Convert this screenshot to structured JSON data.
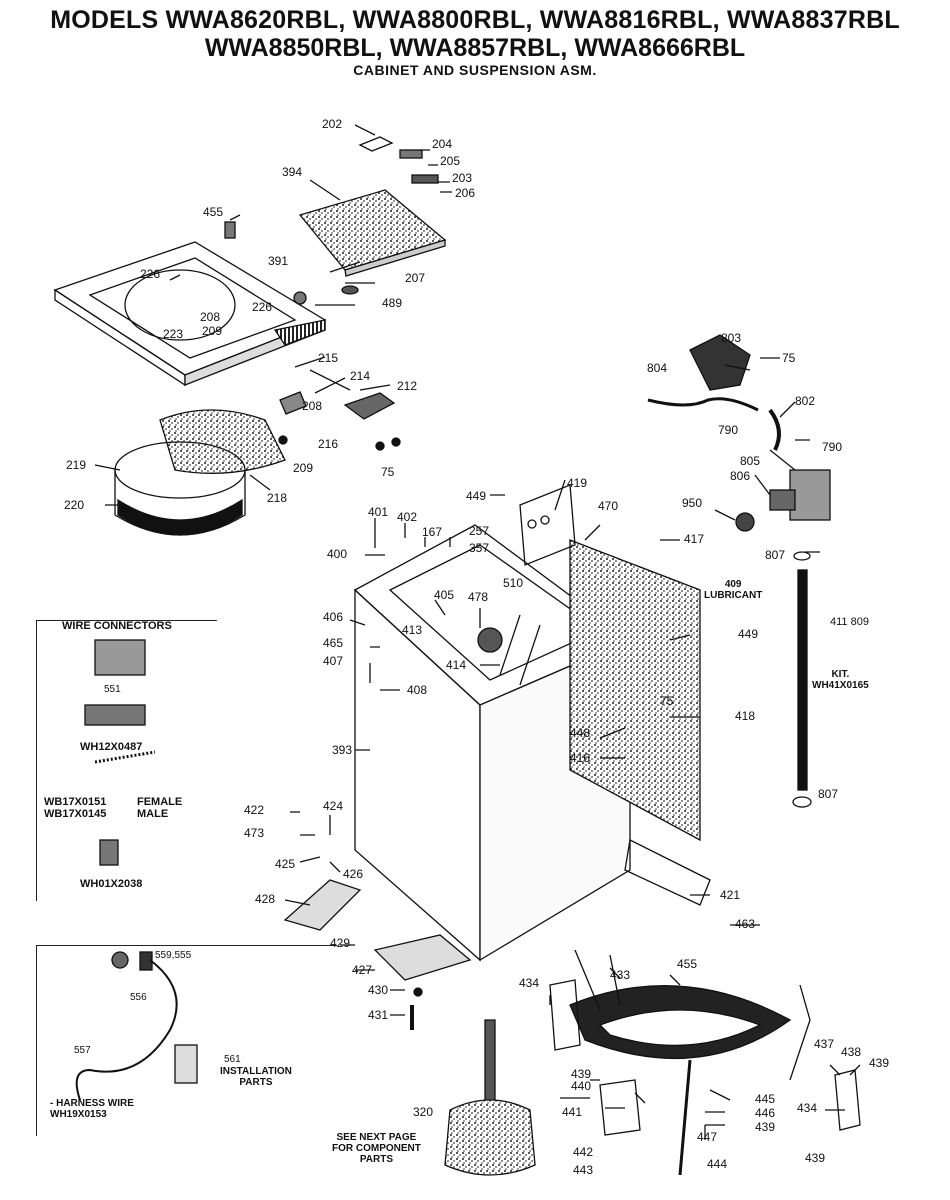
{
  "header": {
    "line1": "MODELS WWA8620RBL, WWA8800RBL, WWA8816RBL, WWA8837RBL",
    "line2": "WWA8850RBL, WWA8857RBL, WWA8666RBL",
    "line3": "CABINET AND SUSPENSION ASM."
  },
  "wire_connectors": {
    "title": "WIRE CONNECTORS",
    "items": [
      "551",
      "WH12X0487",
      "WB17X0151",
      "FEMALE",
      "WB17X0145",
      "MALE",
      "WH01X2038"
    ]
  },
  "harness_box": {
    "labels": [
      "556",
      "559,555",
      "557",
      "561",
      "INSTALLATION\nPARTS",
      "- HARNESS WIRE\nWH19X0153"
    ]
  },
  "notes": {
    "lubricant": "409\nLUBRICANT",
    "kit": "KIT.\nWH41X0165",
    "see_next": "SEE NEXT PAGE\nFOR COMPONENT\nPARTS",
    "kit_nums": "411      809"
  },
  "part_labels": [
    "202",
    "204",
    "205",
    "203",
    "206",
    "394",
    "455",
    "391",
    "226",
    "207",
    "489",
    "208",
    "226",
    "223",
    "209",
    "215",
    "214",
    "212",
    "208",
    "216",
    "209",
    "75",
    "219",
    "220",
    "218",
    "803",
    "75",
    "804",
    "802",
    "790",
    "790",
    "805",
    "806",
    "950",
    "807",
    "807",
    "449",
    "419",
    "470",
    "417",
    "401",
    "402",
    "167",
    "257",
    "357",
    "400",
    "405",
    "478",
    "510",
    "406",
    "465",
    "413",
    "407",
    "414",
    "408",
    "449",
    "418",
    "448",
    "416",
    "75",
    "393",
    "422",
    "424",
    "473",
    "425",
    "426",
    "428",
    "429",
    "427",
    "430",
    "431",
    "421",
    "463",
    "434",
    "455",
    "433",
    "437",
    "438",
    "439",
    "439",
    "440",
    "441",
    "442",
    "443",
    "444",
    "445",
    "446",
    "439",
    "447",
    "434",
    "439",
    "320"
  ]
}
